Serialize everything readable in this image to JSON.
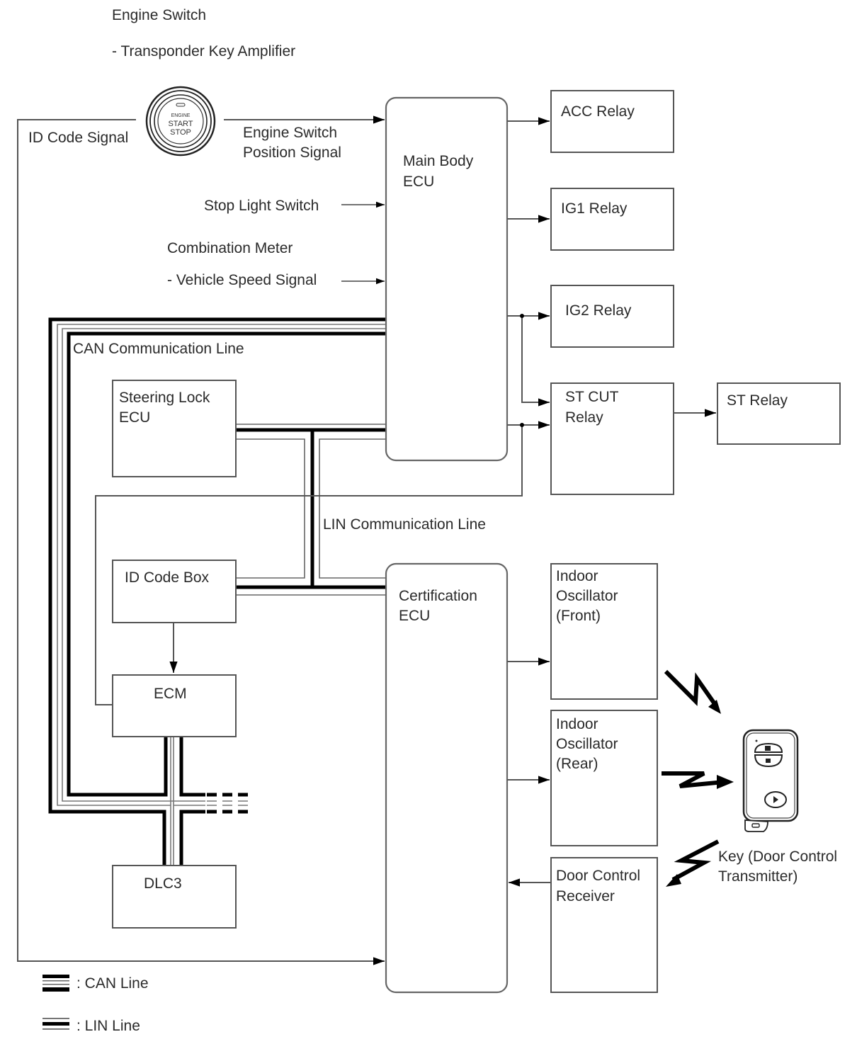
{
  "diagram": {
    "engine_switch": {
      "title": "Engine Switch",
      "subtitle": "- Transponder Key Amplifier",
      "button_text": [
        "ENGINE",
        "START",
        "STOP"
      ]
    },
    "signals": {
      "id_code": "ID Code Signal",
      "engine_switch_position": [
        "Engine Switch",
        "Position Signal"
      ],
      "stop_light": "Stop Light Switch",
      "combination_meter": "Combination Meter",
      "vehicle_speed": "- Vehicle Speed Signal"
    },
    "blocks": {
      "main_body_ecu": [
        "Main Body",
        "ECU"
      ],
      "acc_relay": "ACC Relay",
      "ig1_relay": "IG1 Relay",
      "ig2_relay": "IG2 Relay",
      "st_cut_relay": [
        "ST CUT",
        "Relay"
      ],
      "st_relay": "ST Relay",
      "steering_lock_ecu": [
        "Steering Lock",
        "ECU"
      ],
      "id_code_box": "ID Code Box",
      "ecm": "ECM",
      "dlc3": "DLC3",
      "certification_ecu": [
        "Certification",
        "ECU"
      ],
      "indoor_osc_front": [
        "Indoor",
        "Oscillator",
        "(Front)"
      ],
      "indoor_osc_rear": [
        "Indoor",
        "Oscillator",
        "(Rear)"
      ],
      "door_control_receiver": [
        "Door Control",
        "Receiver"
      ]
    },
    "line_labels": {
      "can": "CAN Communication Line",
      "lin": "LIN Communication Line"
    },
    "key": [
      "Key (Door Control",
      "Transmitter)"
    ],
    "legend": {
      "can": ": CAN Line",
      "lin": ": LIN Line"
    }
  }
}
